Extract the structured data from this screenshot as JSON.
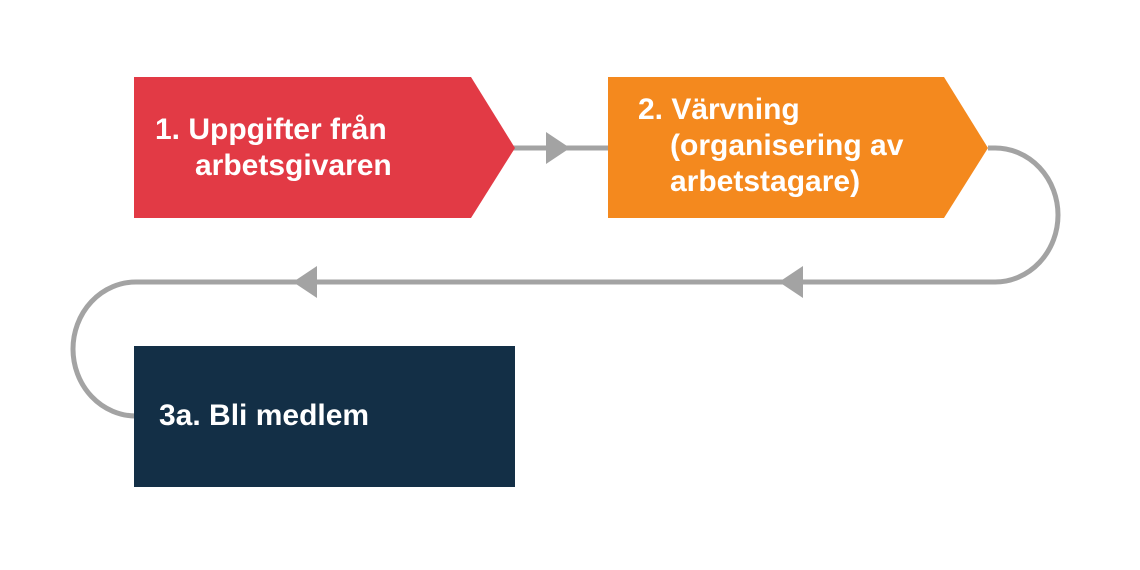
{
  "diagram": {
    "steps": [
      {
        "id": "step1",
        "lines": [
          "1. Uppgifter från",
          "arbetsgivaren"
        ],
        "color": "#e23a45",
        "shape": "pentagon-arrow"
      },
      {
        "id": "step2",
        "lines": [
          "2. Värvning",
          "(organisering av",
          "arbetstagare)"
        ],
        "color": "#f4891e",
        "shape": "pentagon-arrow"
      },
      {
        "id": "step3",
        "lines": [
          "3a. Bli medlem"
        ],
        "color": "#132f46",
        "shape": "rectangle"
      }
    ],
    "connector_color": "#a3a3a3",
    "background": "#ffffff"
  }
}
